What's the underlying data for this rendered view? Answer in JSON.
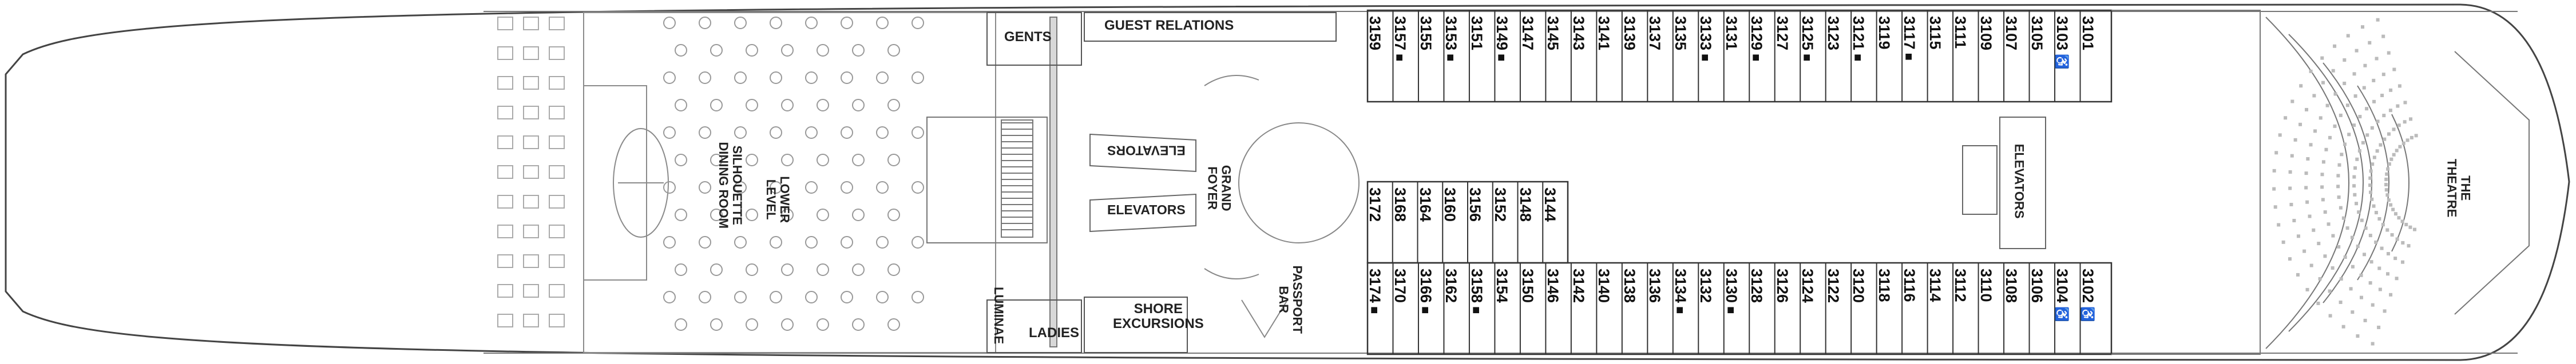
{
  "areas": {
    "gents": "GENTS",
    "ladies": "LADIES",
    "guest_relations": "GUEST RELATIONS",
    "shore_excursions": "SHORE\nEXCURSIONS",
    "passport_bar": "PASSPORT\nBAR",
    "grand_foyer": "GRAND\nFOYER",
    "elevators_top": "ELEVATORS",
    "elevators_bottom": "ELEVATORS",
    "elevators_right": "ELEVATORS",
    "luminae": "LUMINAE",
    "silhouette": "SILHOUETTE\nDINING ROOM",
    "lower_level": "LOWER\nLEVEL",
    "theatre": "THE\nTHEATRE"
  },
  "cabins_top_row": [
    {
      "number": "3159",
      "mark": ""
    },
    {
      "number": "3157",
      "mark": "■"
    },
    {
      "number": "3155",
      "mark": ""
    },
    {
      "number": "3153",
      "mark": "■"
    },
    {
      "number": "3151",
      "mark": ""
    },
    {
      "number": "3149",
      "mark": "■"
    },
    {
      "number": "3147",
      "mark": ""
    },
    {
      "number": "3145",
      "mark": ""
    },
    {
      "number": "3143",
      "mark": ""
    },
    {
      "number": "3141",
      "mark": ""
    },
    {
      "number": "3139",
      "mark": ""
    },
    {
      "number": "3137",
      "mark": ""
    },
    {
      "number": "3135",
      "mark": ""
    },
    {
      "number": "3133",
      "mark": "■"
    },
    {
      "number": "3131",
      "mark": ""
    },
    {
      "number": "3129",
      "mark": "■"
    },
    {
      "number": "3127",
      "mark": ""
    },
    {
      "number": "3125",
      "mark": "■"
    },
    {
      "number": "3123",
      "mark": ""
    },
    {
      "number": "3121",
      "mark": "■"
    },
    {
      "number": "3119",
      "mark": ""
    },
    {
      "number": "3117",
      "mark": "■"
    },
    {
      "number": "3115",
      "mark": ""
    },
    {
      "number": "3111",
      "mark": ""
    },
    {
      "number": "3109",
      "mark": ""
    },
    {
      "number": "3107",
      "mark": ""
    },
    {
      "number": "3105",
      "mark": ""
    },
    {
      "number": "3103",
      "mark": "♿"
    },
    {
      "number": "3101",
      "mark": ""
    }
  ],
  "cabins_inner_upper": [
    {
      "number": "3172",
      "mark": ""
    },
    {
      "number": "3168",
      "mark": ""
    },
    {
      "number": "3164",
      "mark": ""
    },
    {
      "number": "3160",
      "mark": ""
    },
    {
      "number": "3156",
      "mark": ""
    },
    {
      "number": "3152",
      "mark": ""
    },
    {
      "number": "3148",
      "mark": ""
    },
    {
      "number": "3144",
      "mark": ""
    }
  ],
  "cabins_bottom_row": [
    {
      "number": "3174",
      "mark": "■"
    },
    {
      "number": "3170",
      "mark": ""
    },
    {
      "number": "3166",
      "mark": "■"
    },
    {
      "number": "3162",
      "mark": ""
    },
    {
      "number": "3158",
      "mark": "■"
    },
    {
      "number": "3154",
      "mark": ""
    },
    {
      "number": "3150",
      "mark": ""
    },
    {
      "number": "3146",
      "mark": ""
    },
    {
      "number": "3142",
      "mark": ""
    },
    {
      "number": "3140",
      "mark": ""
    },
    {
      "number": "3138",
      "mark": ""
    },
    {
      "number": "3136",
      "mark": ""
    },
    {
      "number": "3134",
      "mark": "■"
    },
    {
      "number": "3132",
      "mark": ""
    },
    {
      "number": "3130",
      "mark": "■"
    },
    {
      "number": "3128",
      "mark": ""
    },
    {
      "number": "3126",
      "mark": ""
    },
    {
      "number": "3124",
      "mark": ""
    },
    {
      "number": "3122",
      "mark": ""
    },
    {
      "number": "3120",
      "mark": ""
    },
    {
      "number": "3118",
      "mark": ""
    },
    {
      "number": "3116",
      "mark": ""
    },
    {
      "number": "3114",
      "mark": ""
    },
    {
      "number": "3112",
      "mark": ""
    },
    {
      "number": "3110",
      "mark": ""
    },
    {
      "number": "3108",
      "mark": ""
    },
    {
      "number": "3106",
      "mark": ""
    },
    {
      "number": "3104",
      "mark": "♿"
    },
    {
      "number": "3102",
      "mark": "♿"
    }
  ],
  "colors": {
    "line": "#555555",
    "fill": "#ffffff",
    "furniture": "#8a8a8a"
  }
}
